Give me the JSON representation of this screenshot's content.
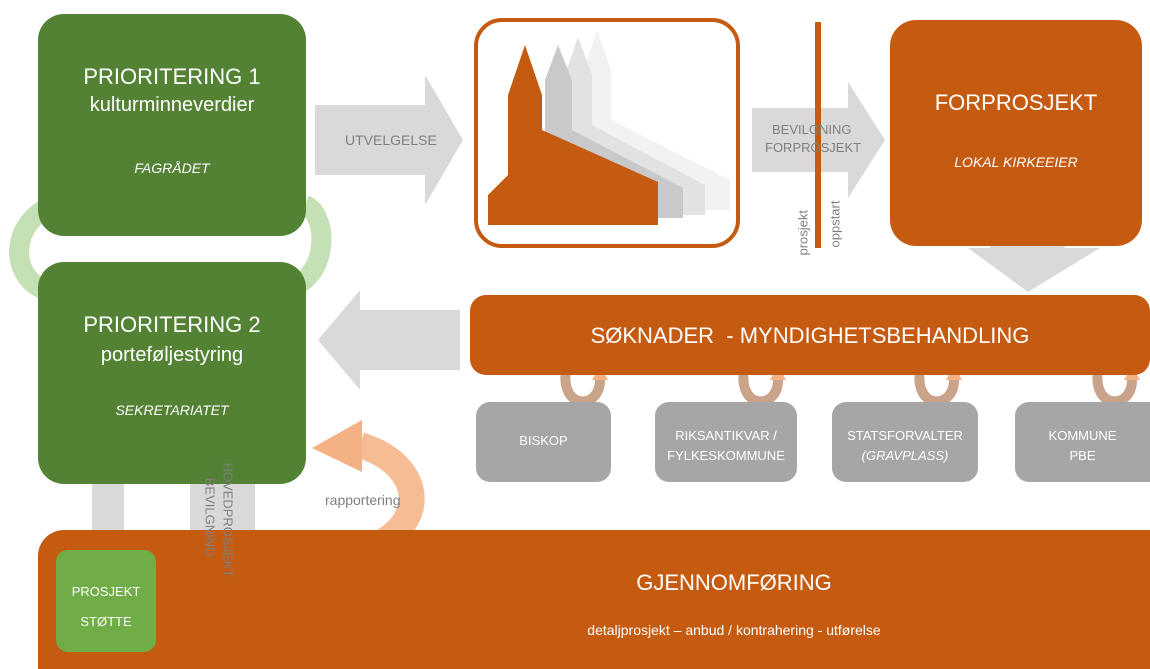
{
  "boxes": {
    "prio1": {
      "title": "PRIORITERING 1",
      "subtitle": "kulturminneverdier",
      "owner": "FAGRÅDET"
    },
    "prio2": {
      "title": "PRIORITERING 2",
      "subtitle": "porteføljestyring",
      "owner": "SEKRETARIATET"
    },
    "forprosjekt": {
      "title": "FORPROSJEKT",
      "owner": "LOKAL KIRKEEIER"
    },
    "soknader": {
      "title": "SØKNADER  - MYNDIGHETSBEHANDLING"
    },
    "gjennomforing": {
      "title": "GJENNOMFØRING",
      "subtitle": "detaljprosjekt – anbud / kontrahering - utførelse"
    },
    "prosjektstotte": {
      "line1": "PROSJEKT",
      "line2": "STØTTE"
    }
  },
  "authorities": [
    {
      "line1": "BISKOP",
      "line2": ""
    },
    {
      "line1": "RIKSANTIKVAR /",
      "line2": "FYLKESKOMMUNE"
    },
    {
      "line1": "STATSFORVALTER",
      "line2": "(GRAVPLASS)"
    },
    {
      "line1": "KOMMUNE",
      "line2": "PBE"
    }
  ],
  "arrows": {
    "utvelgelse": "UTVELGELSE",
    "bevilgning_forprosjekt_1": "BEVILGNING",
    "bevilgning_forprosjekt_2": "FORPROSJEKT",
    "prosjekt": "prosjekt",
    "oppstart": "oppstart",
    "bevilgning_hoved_1": "BEVILGNING",
    "bevilgning_hoved_2": "HOVEDPROSJEKT",
    "rapportering": "rapportering"
  },
  "colors": {
    "green": "#548235",
    "orange": "#c55a11",
    "grey": "#a6a6a6",
    "arrow": "#d9d9d9"
  }
}
